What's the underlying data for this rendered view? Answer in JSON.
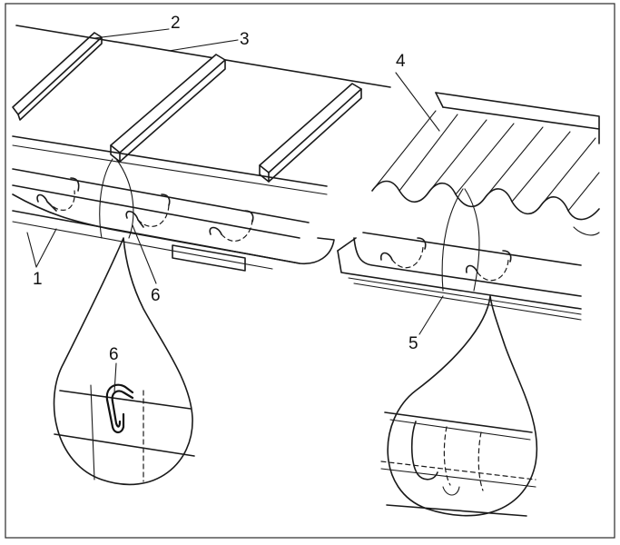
{
  "labels": {
    "l1": "1",
    "l2": "2",
    "l3": "3",
    "l4": "4",
    "l5": "5",
    "l6a": "6",
    "l6b": "6"
  }
}
